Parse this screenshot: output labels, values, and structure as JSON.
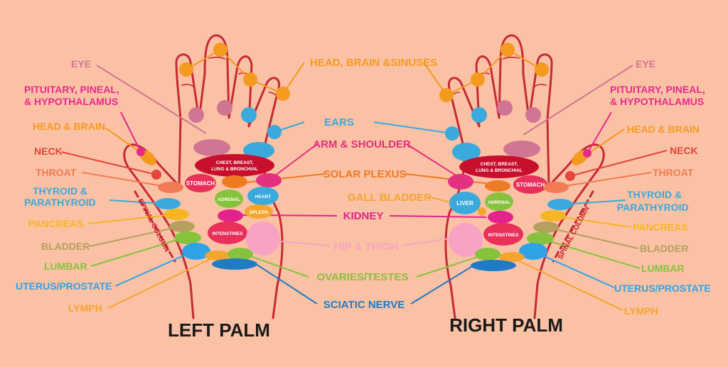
{
  "colors": {
    "background": "#fbc1a4",
    "outline": "#c62a36",
    "eye": "#d17594",
    "pituitary": "#e8298b",
    "head_brain": "#f39a1f",
    "neck": "#e2463d",
    "throat": "#f07b55",
    "thyroid": "#3aa9dc",
    "pancreas": "#f6b523",
    "bladder": "#b5a05e",
    "lumbar": "#87c23d",
    "uterus": "#2fa3e8",
    "lymph": "#f3a52e",
    "ears": "#3aa9dc",
    "arm": "#e3307f",
    "solar": "#ee7a24",
    "gall": "#f3a52e",
    "kidney": "#e3238b",
    "hip": "#f8a3c3",
    "ovaries": "#87c23d",
    "sciatic": "#1f7bc4",
    "chest": "#c8102e",
    "stomach": "#e8305a",
    "adrenal": "#87c23d",
    "heart": "#3aa9dc",
    "spleen": "#f3a52e",
    "intestines": "#e8305a",
    "liver": "#3aa9dc"
  },
  "left_labels": {
    "eye": "EYE",
    "pituitary_1": "PITUITARY, PINEAL,",
    "pituitary_2": "& HYPOTHALAMUS",
    "head_brain": "HEAD & BRAIN",
    "neck": "NECK",
    "throat": "THROAT",
    "thyroid_1": "THYROID &",
    "thyroid_2": "PARATHYROID",
    "pancreas": "PANCREAS",
    "bladder": "BLADDER",
    "lumbar": "LUMBAR",
    "uterus": "UTERUS/PROSTATE",
    "lymph": "LYMPH"
  },
  "right_labels": {
    "eye": "EYE",
    "pituitary_1": "PITUITARY, PINEAL,",
    "pituitary_2": "& HYPOTHALAMUS",
    "head_brain": "HEAD & BRAIN",
    "neck": "NECK",
    "throat": "THROAT",
    "thyroid_1": "THYROID &",
    "thyroid_2": "PARATHYROID",
    "pancreas": "PANCREAS",
    "bladder": "BLADDER",
    "lumbar": "LUMBAR",
    "uterus": "UTERUS/PROSTATE",
    "lymph": "LYMPH"
  },
  "center_labels": {
    "head_brain_sinuses": "HEAD, BRAIN &SINUSES",
    "ears": "EARS",
    "arm_shoulder": "ARM & SHOULDER",
    "solar_plexus": "SOLAR PLEXUS",
    "gall_bladder": "GALL BLADDER",
    "kidney": "KIDNEY",
    "hip_thigh": "HIP & THIGH",
    "ovaries_testes": "OVARIES/TESTES",
    "sciatic_nerve": "SCIATIC NERVE"
  },
  "zones": {
    "chest_1": "CHEST, BREAST,",
    "chest_2": "LUNG & BRONCHIAL",
    "stomach": "STOMACH",
    "adrenal": "ADRENAL",
    "heart": "HEART",
    "spleen": "SPLEEN",
    "intestines": "INTENSTINES",
    "liver": "LIVER"
  },
  "spine_label": "SPINAL COLUMN",
  "titles": {
    "left": "LEFT PALM",
    "right": "RIGHT PALM"
  }
}
